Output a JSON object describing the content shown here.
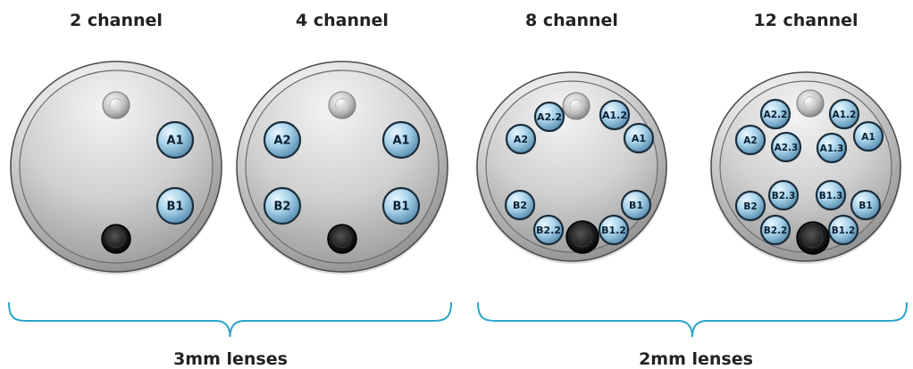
{
  "diagrams": [
    {
      "title": "2 channel",
      "lenses": [
        "A1",
        "B1"
      ]
    },
    {
      "title": "4 channel",
      "lenses": [
        "A2",
        "A1",
        "B2",
        "B1"
      ]
    },
    {
      "title": "8 channel",
      "lenses": [
        "A2.2",
        "A1.2",
        "A2",
        "A1",
        "B2",
        "B1",
        "B2.2",
        "B1.2"
      ]
    },
    {
      "title": "12 channel",
      "lenses": [
        "A2.2",
        "A1.2",
        "A2",
        "A2.3",
        "A1.3",
        "A1",
        "B2",
        "B2.3",
        "B1.3",
        "B1",
        "B2.2",
        "B1.2"
      ]
    }
  ],
  "groups": [
    {
      "label": "3mm lenses"
    },
    {
      "label": "2mm lenses"
    }
  ],
  "colors": {
    "bracket": "#2aa3c9",
    "lens": "#a9d3ea",
    "plate": "#d6d6d6"
  }
}
